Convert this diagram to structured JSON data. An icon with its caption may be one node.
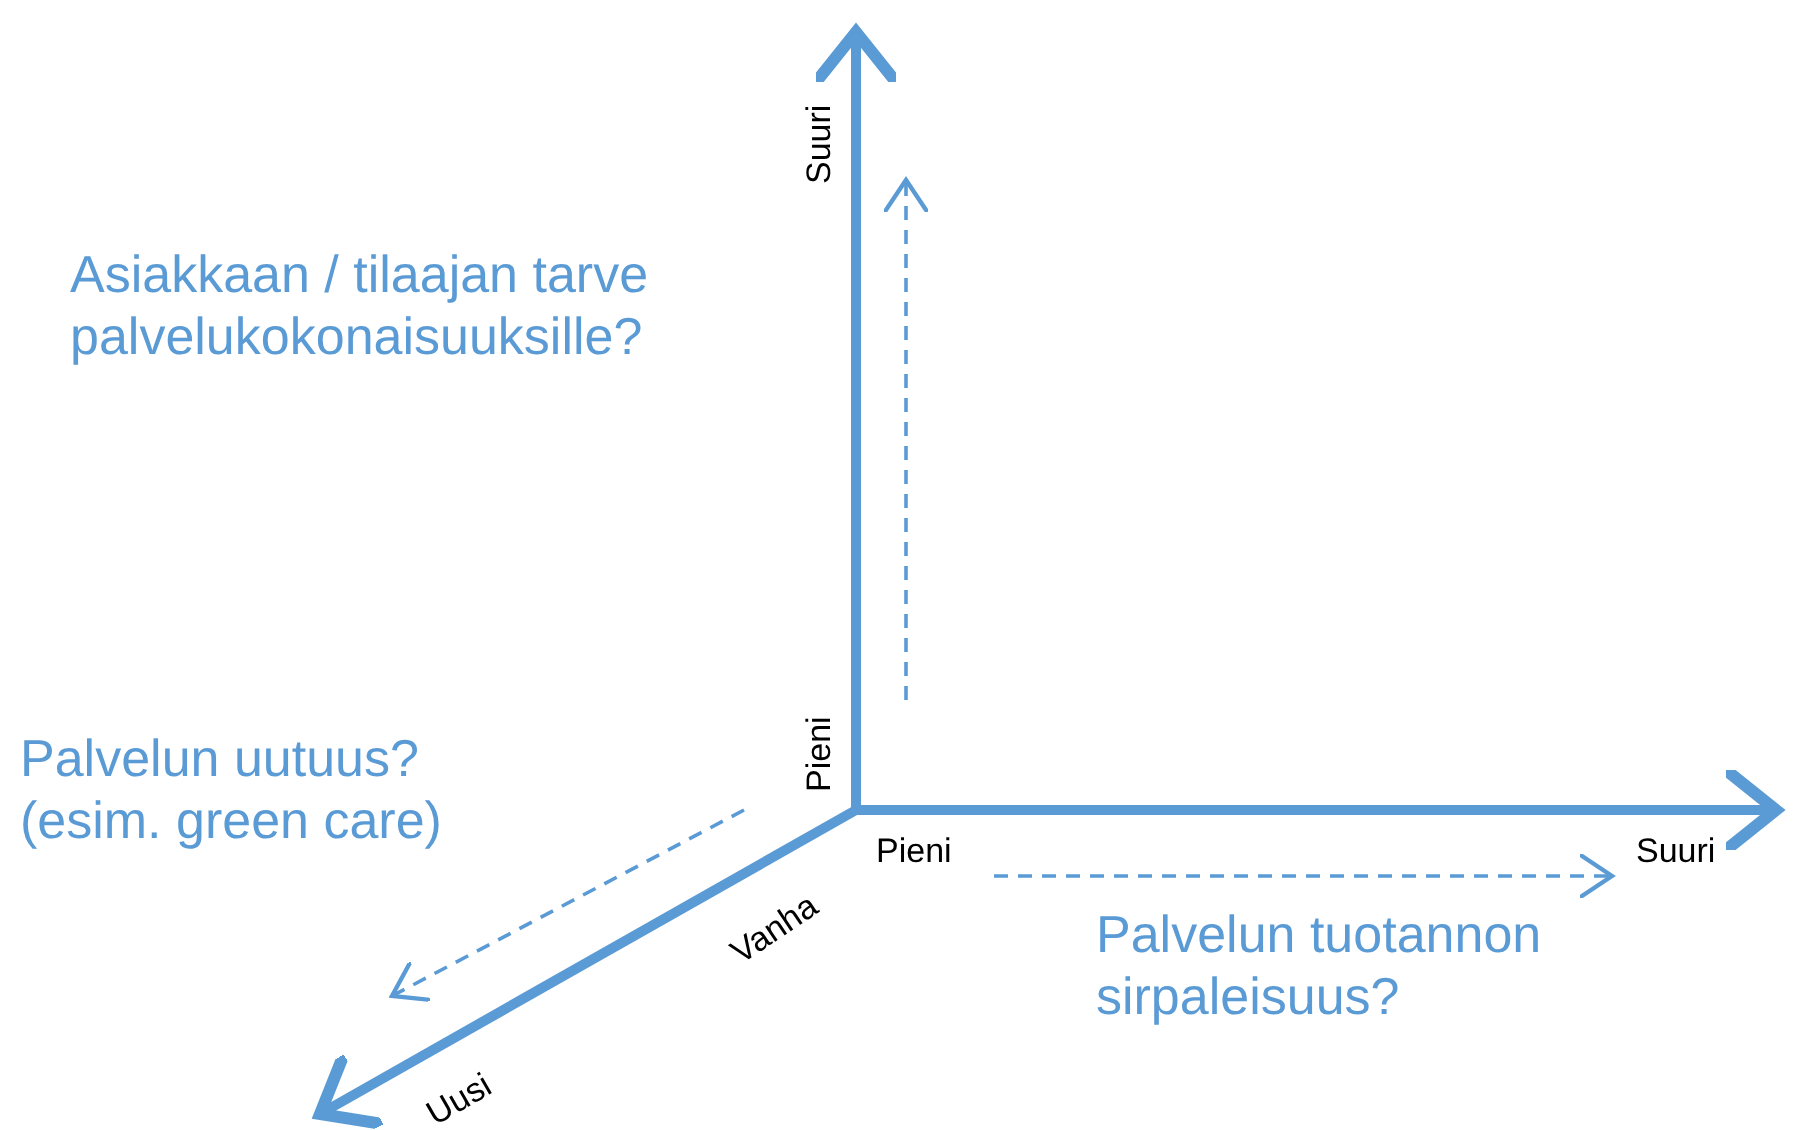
{
  "diagram": {
    "labels": [
      "Suuri",
      "Asiakkaan / tilaajan tarve palvelukokonaisuuksille?",
      "Palvelun uutuus? (esim. green care)",
      "Pieni",
      "Pieni",
      "Suuri",
      "Vanha",
      "Palvelun tuotannon sirpaleisuus?",
      "Uusi"
    ]
  }
}
